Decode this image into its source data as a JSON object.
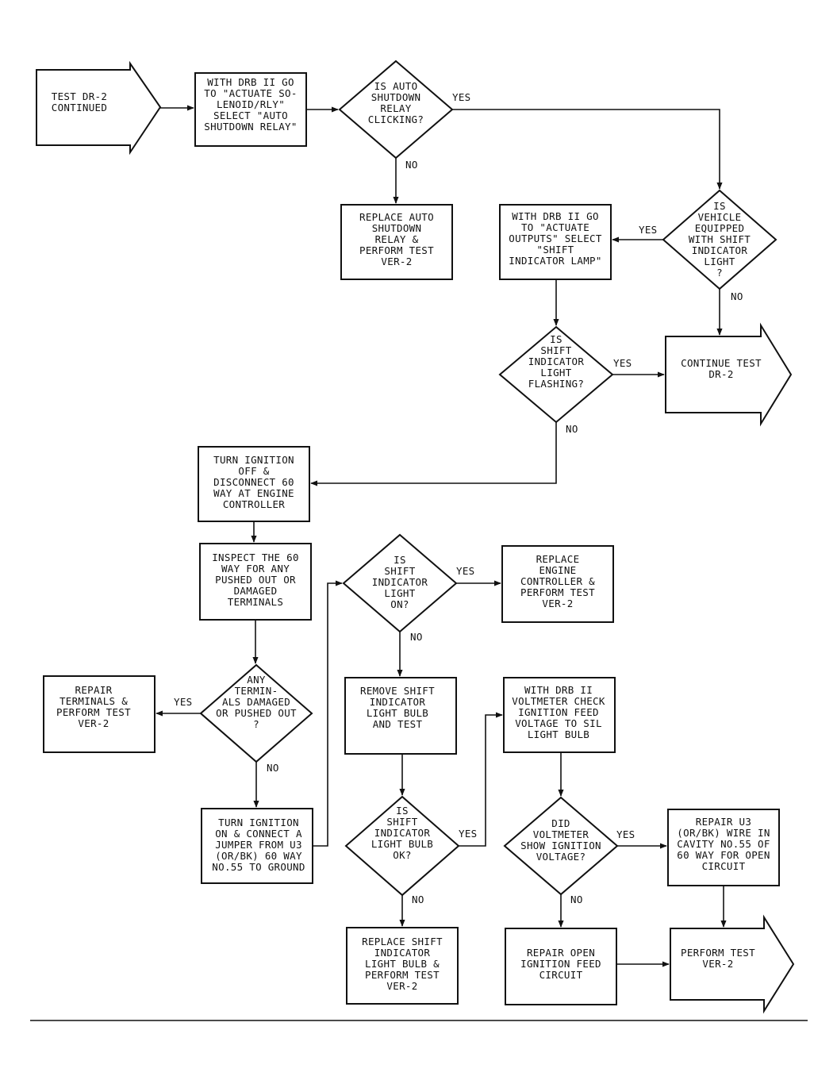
{
  "nodes": {
    "start": [
      "TEST DR-2",
      "CONTINUED"
    ],
    "drb_asd": [
      "WITH DRB II GO",
      "TO \"ACTUATE SO-",
      "LENOID/RLY\"",
      "SELECT \"AUTO",
      "SHUTDOWN RELAY\""
    ],
    "q_asd": [
      "IS AUTO",
      "SHUTDOWN",
      "RELAY",
      "CLICKING?"
    ],
    "replace_asd": [
      "REPLACE AUTO",
      "SHUTDOWN",
      "RELAY &",
      "PERFORM TEST",
      "VER-2"
    ],
    "drb_sil": [
      "WITH DRB II GO",
      "TO \"ACTUATE",
      "OUTPUTS\" SELECT",
      "\"SHIFT",
      "INDICATOR LAMP\""
    ],
    "q_equipped": [
      "IS",
      "VEHICLE",
      "EQUIPPED",
      "WITH SHIFT",
      "INDICATOR",
      "LIGHT",
      "?"
    ],
    "q_flashing": [
      "IS",
      "SHIFT",
      "INDICATOR",
      "LIGHT",
      "FLASHING?"
    ],
    "continue_dr2": [
      "CONTINUE TEST",
      "DR-2"
    ],
    "turn_off": [
      "TURN IGNITION",
      "OFF &",
      "DISCONNECT 60",
      "WAY AT ENGINE",
      "CONTROLLER"
    ],
    "inspect": [
      "INSPECT THE 60",
      "WAY FOR ANY",
      "PUSHED OUT OR",
      "DAMAGED",
      "TERMINALS"
    ],
    "q_on": [
      "IS",
      "SHIFT",
      "INDICATOR",
      "LIGHT",
      "ON?"
    ],
    "replace_ctrl": [
      "REPLACE",
      "ENGINE",
      "CONTROLLER &",
      "PERFORM TEST",
      "VER-2"
    ],
    "repair_term": [
      "REPAIR",
      "TERMINALS &",
      "PERFORM TEST",
      "VER-2"
    ],
    "q_damaged": [
      "ANY",
      "TERMIN-",
      "ALS DAMAGED",
      "OR PUSHED OUT",
      "?"
    ],
    "remove_bulb": [
      "REMOVE SHIFT",
      "INDICATOR",
      "LIGHT BULB",
      "AND TEST"
    ],
    "drb_volt": [
      "WITH DRB II",
      "VOLTMETER CHECK",
      "IGNITION FEED",
      "VOLTAGE TO SIL",
      "LIGHT BULB"
    ],
    "jumper": [
      "TURN IGNITION",
      "ON & CONNECT A",
      "JUMPER FROM U3",
      "(OR/BK) 60 WAY",
      "NO.55 TO GROUND"
    ],
    "q_bulb": [
      "IS",
      "SHIFT",
      "INDICATOR",
      "LIGHT BULB",
      "OK?"
    ],
    "q_volt": [
      "DID",
      "VOLTMETER",
      "SHOW IGNITION",
      "VOLTAGE?"
    ],
    "repair_u3": [
      "REPAIR U3",
      "(OR/BK) WIRE IN",
      "CAVITY NO.55 OF",
      "60 WAY FOR OPEN",
      "CIRCUIT"
    ],
    "replace_bulb": [
      "REPLACE SHIFT",
      "INDICATOR",
      "LIGHT BULB &",
      "PERFORM TEST",
      "VER-2"
    ],
    "repair_open": [
      "REPAIR OPEN",
      "IGNITION FEED",
      "CIRCUIT"
    ],
    "perform_ver2": [
      "PERFORM TEST",
      "VER-2"
    ]
  },
  "edge_labels": {
    "yes": "YES",
    "no": "NO"
  }
}
